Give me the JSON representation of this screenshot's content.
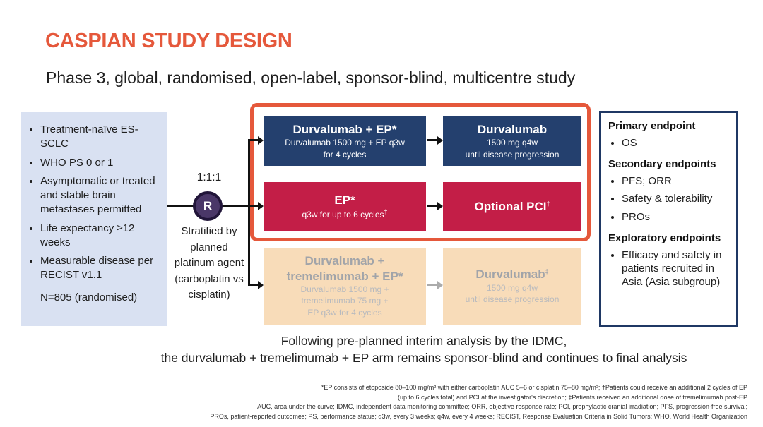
{
  "slide": {
    "title": "CASPIAN STUDY DESIGN",
    "subtitle": "Phase 3, global, randomised, open-label, sponsor-blind, multicentre study"
  },
  "eligibility": {
    "bullets": [
      "Treatment-naïve ES-SCLC",
      "WHO PS 0 or 1",
      "Asymptomatic or treated and stable brain metastases permitted",
      "Life expectancy ≥12 weeks",
      "Measurable disease per RECIST v1.1"
    ],
    "n_randomised": "N=805 (randomised)"
  },
  "randomisation": {
    "ratio": "1:1:1",
    "symbol": "R",
    "stratification": "Stratified by planned platinum agent (carboplatin vs cisplatin)"
  },
  "arms": [
    {
      "induction": {
        "title": "Durvalumab + EP*",
        "lines": [
          "Durvalumab 1500 mg + EP q3w",
          "for 4 cycles"
        ]
      },
      "maintenance": {
        "title": "Durvalumab",
        "lines": [
          "1500 mg q4w",
          "until disease progression"
        ]
      }
    },
    {
      "induction": {
        "title": "EP*",
        "lines": [
          "q3w for up to 6 cycles"
        ],
        "line_sup": "†"
      },
      "maintenance": {
        "title": "Optional PCI",
        "title_sup": "†"
      }
    },
    {
      "induction": {
        "title": "Durvalumab + tremelimumab + EP*",
        "lines": [
          "Durvalumab 1500 mg +",
          "tremelimumab 75 mg +",
          "EP q3w for 4 cycles"
        ]
      },
      "maintenance": {
        "title": "Durvalumab",
        "title_sup": "‡",
        "lines": [
          "1500 mg q4w",
          "until disease progression"
        ]
      }
    }
  ],
  "endpoints": {
    "sections": [
      {
        "heading": "Primary endpoint",
        "items": [
          "OS"
        ]
      },
      {
        "heading": "Secondary endpoints",
        "items": [
          "PFS; ORR",
          "Safety & tolerability",
          "PROs"
        ]
      },
      {
        "heading": "Exploratory endpoints",
        "items": [
          "Efficacy and safety in patients recruited in Asia (Asia subgroup)"
        ]
      }
    ]
  },
  "interim_note": {
    "line1": "Following pre-planned interim analysis by the IDMC,",
    "line2": "the durvalumab + tremelimumab + EP arm remains sponsor-blind and continues to final analysis"
  },
  "footnotes": {
    "lines": [
      "*EP consists of etoposide 80–100 mg/m² with either carboplatin AUC 5–6 or cisplatin 75–80 mg/m²; †Patients could receive an additional 2 cycles of EP",
      "(up to 6 cycles total) and PCI at the investigator's discretion; ‡Patients received an additional dose of tremelimumab post-EP",
      "AUC, area under the curve; IDMC, independent data monitoring committee; ORR, objective response rate; PCI, prophylactic cranial irradiation; PFS, progression-free survival;",
      "PROs, patient-reported outcomes; PS, performance status; q3w, every 3 weeks; q4w, every 4 weeks; RECIST, Response Evaluation Criteria in Solid Tumors; WHO, World Health Organization"
    ]
  },
  "colors": {
    "accent_orange": "#E5583B",
    "navy": "#24406E",
    "crimson": "#C31E47",
    "tan": "#F8DCB9",
    "eligibility_bg": "#D9E1F2",
    "endpoints_border": "#1F3864",
    "randomisation_purple": "#4A3768"
  }
}
